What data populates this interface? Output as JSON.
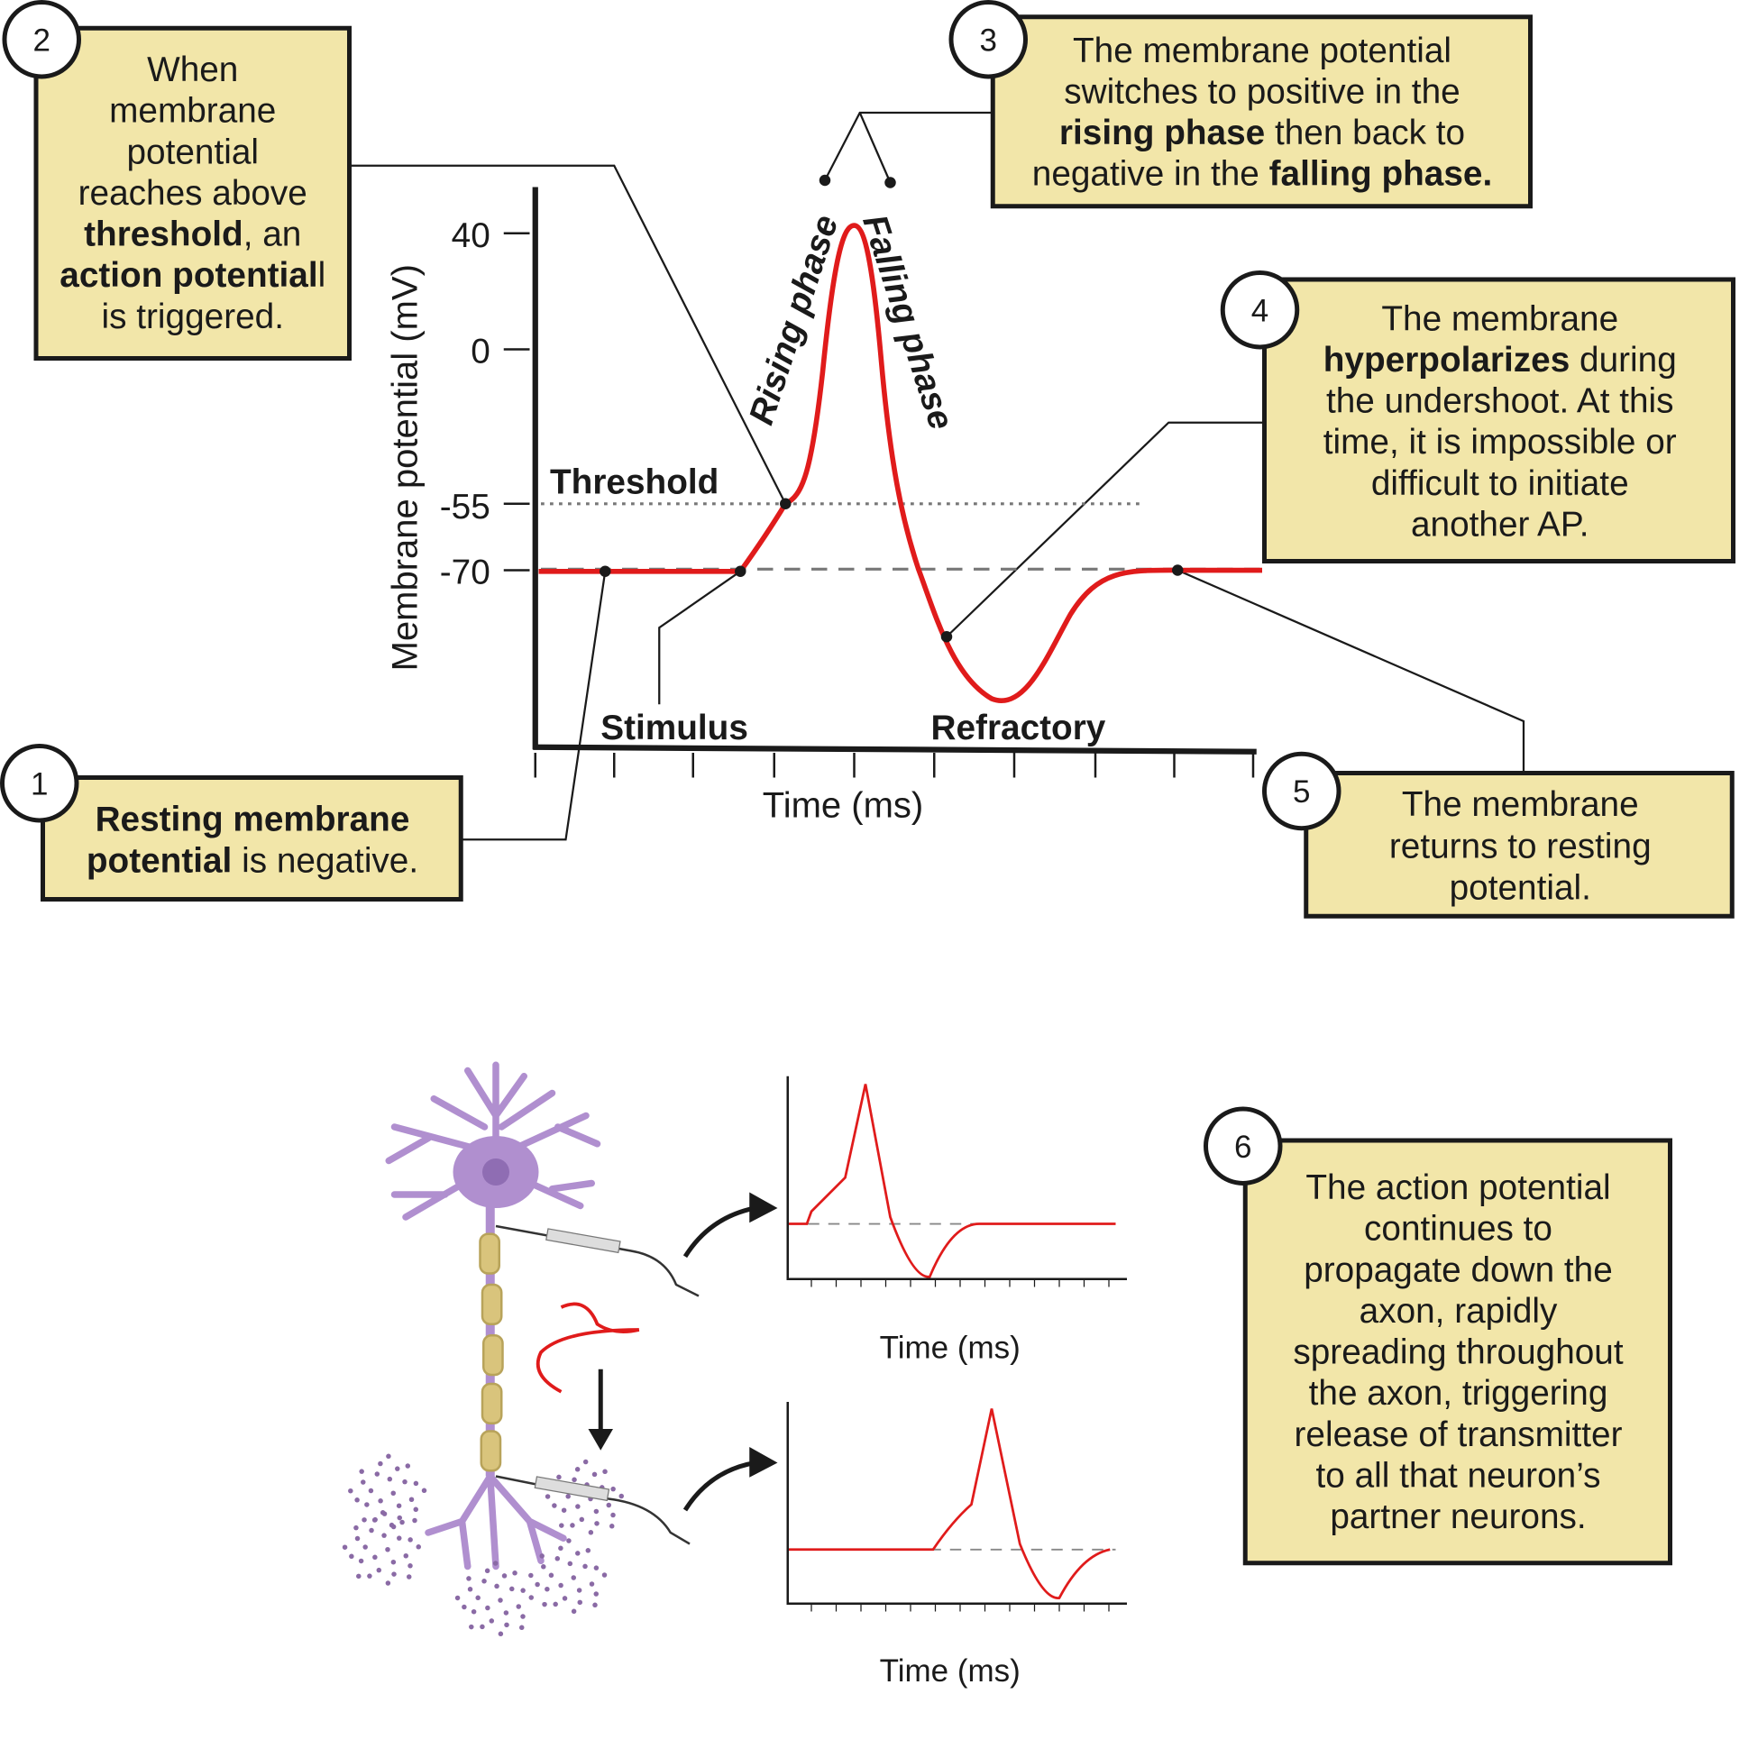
{
  "colors": {
    "box_fill": "#f2e6a9",
    "trace": "#e01b1b",
    "axon_myelin": "#d9c47c",
    "neuron": "#b08fcf"
  },
  "main_chart": {
    "y_axis_label": "Membrane potential (mV)",
    "x_axis_label": "Time (ms)",
    "y_ticks": [
      "40",
      "0",
      "-55",
      "-70"
    ],
    "threshold_label": "Threshold",
    "stimulus_label": "Stimulus",
    "refractory_label": "Refractory",
    "rising_label": "Rising phase",
    "falling_label": "Falling phase"
  },
  "boxes": [
    {
      "number": "2",
      "lines": [
        [
          {
            "t": "When"
          }
        ],
        [
          {
            "t": "membrane"
          }
        ],
        [
          {
            "t": "potential"
          }
        ],
        [
          {
            "t": "reaches above"
          }
        ],
        [
          {
            "t": "threshold",
            "b": true
          },
          {
            "t": ", an"
          }
        ],
        [
          {
            "t": "action potential",
            "b": true
          },
          {
            "t": "l"
          }
        ],
        [
          {
            "t": "is triggered."
          }
        ]
      ]
    },
    {
      "number": "3",
      "lines": [
        [
          {
            "t": "The membrane potential"
          }
        ],
        [
          {
            "t": "switches to positive in the"
          }
        ],
        [
          {
            "t": "rising phase",
            "b": true
          },
          {
            "t": " then back to"
          }
        ],
        [
          {
            "t": "negative in the "
          },
          {
            "t": "falling phase.",
            "b": true
          }
        ]
      ]
    },
    {
      "number": "4",
      "lines": [
        [
          {
            "t": "The membrane"
          }
        ],
        [
          {
            "t": "hyperpolarizes",
            "b": true
          },
          {
            "t": " during"
          }
        ],
        [
          {
            "t": "the undershoot. At this"
          }
        ],
        [
          {
            "t": "time, it is impossible or"
          }
        ],
        [
          {
            "t": "difficult to initiate"
          }
        ],
        [
          {
            "t": "another AP."
          }
        ]
      ]
    },
    {
      "number": "1",
      "lines": [
        [
          {
            "t": "Resting membrane",
            "b": true
          }
        ],
        [
          {
            "t": "potential",
            "b": true
          },
          {
            "t": " is negative."
          }
        ]
      ]
    },
    {
      "number": "5",
      "lines": [
        [
          {
            "t": "The membrane"
          }
        ],
        [
          {
            "t": "returns to resting"
          }
        ],
        [
          {
            "t": "potential."
          }
        ]
      ]
    },
    {
      "number": "6",
      "lines": [
        [
          {
            "t": "The action potential"
          }
        ],
        [
          {
            "t": "continues to"
          }
        ],
        [
          {
            "t": "propagate down the"
          }
        ],
        [
          {
            "t": "axon, rapidly"
          }
        ],
        [
          {
            "t": "spreading throughout"
          }
        ],
        [
          {
            "t": "the axon, triggering"
          }
        ],
        [
          {
            "t": "release of transmitter"
          }
        ],
        [
          {
            "t": "to all that neuron’s"
          }
        ],
        [
          {
            "t": "partner neurons."
          }
        ]
      ]
    }
  ],
  "small_charts": [
    {
      "x_axis_label": "Time (ms)"
    },
    {
      "x_axis_label": "Time (ms)"
    }
  ]
}
